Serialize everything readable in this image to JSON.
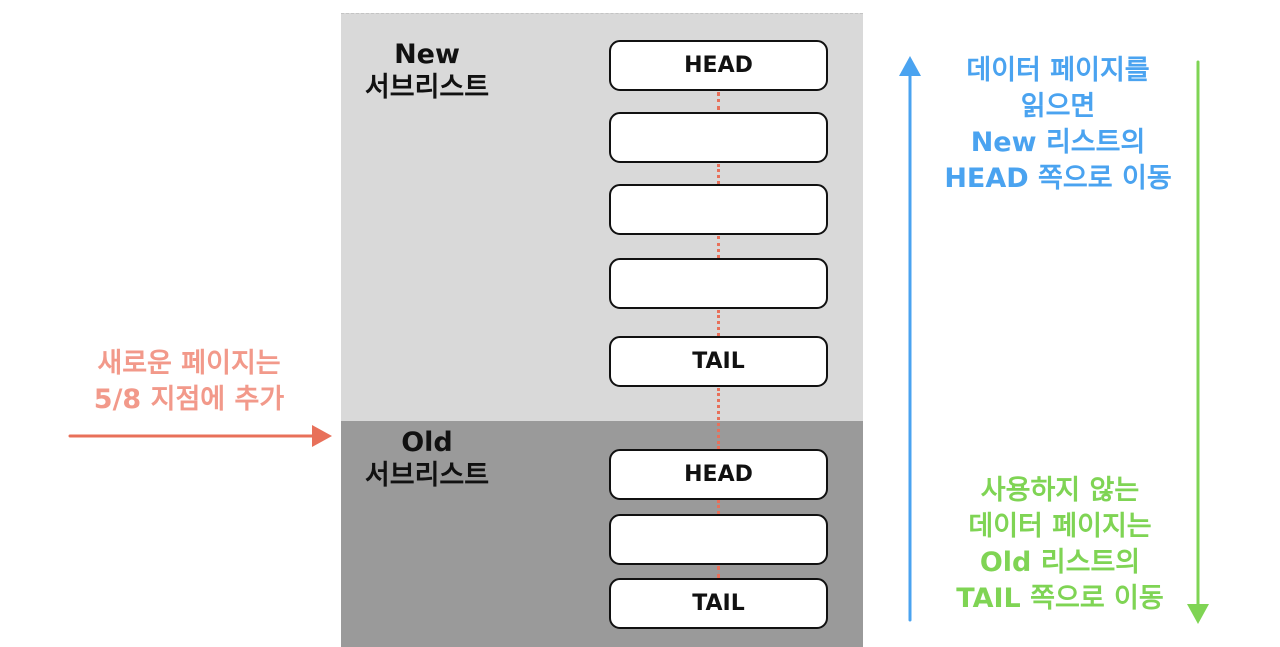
{
  "colors": {
    "new_region": "#d9d9d9",
    "old_region": "#9a9a9a",
    "link": "#e8705a",
    "insert_note": "#f2998a",
    "read_note": "#4aa3f0",
    "unused_note": "#7fd454"
  },
  "new_sublist": {
    "title_line1": "New",
    "title_line2": "서브리스트",
    "pages": [
      {
        "label": "HEAD"
      },
      {
        "label": ""
      },
      {
        "label": ""
      },
      {
        "label": ""
      },
      {
        "label": "TAIL"
      }
    ]
  },
  "old_sublist": {
    "title_line1": "Old",
    "title_line2": "서브리스트",
    "pages": [
      {
        "label": "HEAD"
      },
      {
        "label": ""
      },
      {
        "label": "TAIL"
      }
    ]
  },
  "notes": {
    "insert": {
      "line1": "새로운 페이지는",
      "line2": "5/8 지점에 추가"
    },
    "read": {
      "line1": "데이터 페이지를",
      "line2": "읽으면",
      "line3": "New 리스트의",
      "line4": "HEAD 쪽으로 이동"
    },
    "unused": {
      "line1": "사용하지 않는",
      "line2": "데이터 페이지는",
      "line3": "Old 리스트의",
      "line4": "TAIL 쪽으로 이동"
    }
  },
  "icons": {
    "insert_arrow": "arrow-right-icon",
    "read_arrow": "arrow-up-icon",
    "unused_arrow": "arrow-down-icon"
  }
}
